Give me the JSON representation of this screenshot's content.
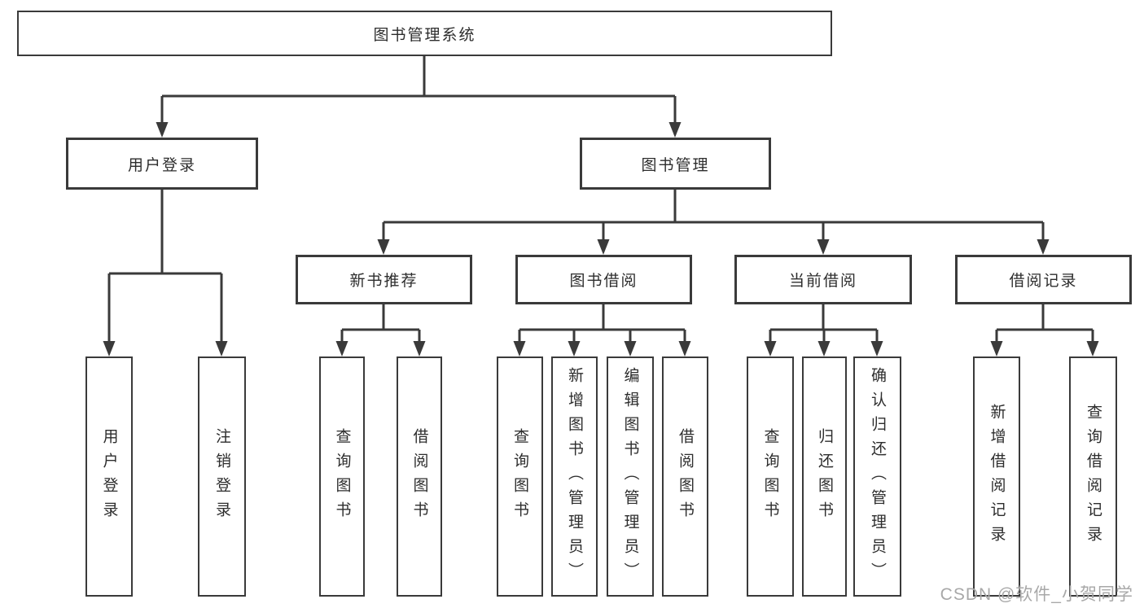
{
  "diagram_title": "图书管理系统",
  "tree": {
    "label": "图书管理系统",
    "children": [
      {
        "label": "用户登录",
        "children": [
          {
            "label": "用户登录"
          },
          {
            "label": "注销登录"
          }
        ]
      },
      {
        "label": "图书管理",
        "children": [
          {
            "label": "新书推荐",
            "children": [
              {
                "label": "查询图书"
              },
              {
                "label": "借阅图书"
              }
            ]
          },
          {
            "label": "图书借阅",
            "children": [
              {
                "label": "查询图书"
              },
              {
                "label": "新增图书（管理员）"
              },
              {
                "label": "编辑图书（管理员）"
              },
              {
                "label": "借阅图书"
              }
            ]
          },
          {
            "label": "当前借阅",
            "children": [
              {
                "label": "查询图书"
              },
              {
                "label": "归还图书"
              },
              {
                "label": "确认归还（管理员）"
              }
            ]
          },
          {
            "label": "借阅记录",
            "children": [
              {
                "label": "新增借阅记录"
              },
              {
                "label": "查询借阅记录"
              }
            ]
          }
        ]
      }
    ]
  },
  "watermark": "CSDN @软件_小贺同学",
  "colors": {
    "line": "#3a3a3a",
    "text": "#2d2d2d",
    "watermark": "#a8a8a8",
    "background": "#ffffff"
  }
}
